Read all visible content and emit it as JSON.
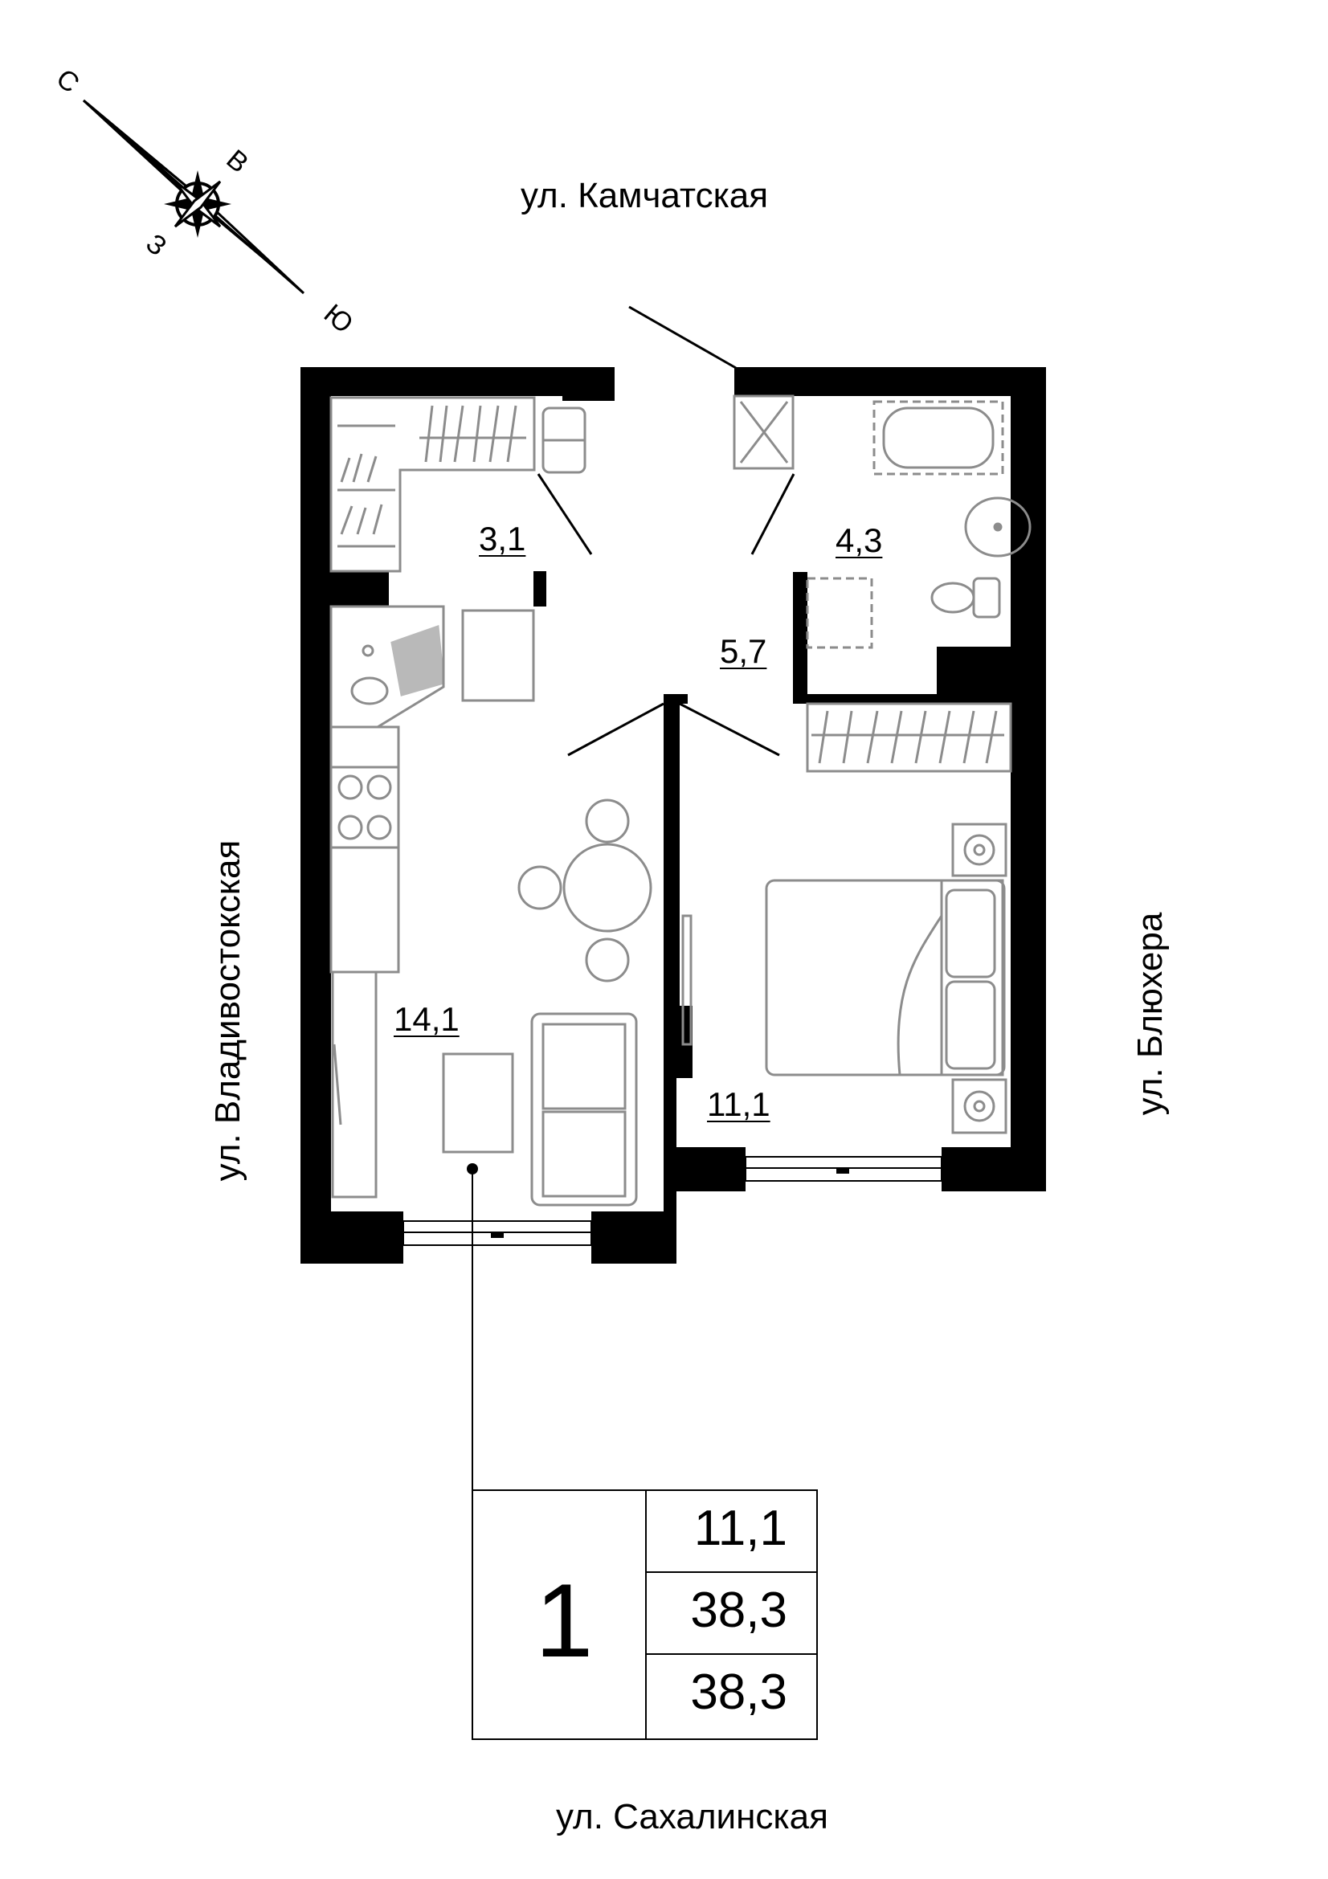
{
  "compass": {
    "north": "С",
    "east": "В",
    "south": "Ю",
    "west": "З"
  },
  "streets": {
    "top": "ул. Камчатская",
    "left": "ул. Владивостокская",
    "right": "ул. Блюхера",
    "bottom": "ул. Сахалинская"
  },
  "rooms": {
    "wardrobe": "3,1",
    "bathroom": "4,3",
    "hallway": "5,7",
    "kitchen_living": "14,1",
    "bedroom": "11,1"
  },
  "summary": {
    "room_count": "1",
    "living_area": "11,1",
    "total_area": "38,3",
    "total_area_with_balcony": "38,3"
  },
  "colors": {
    "wall": "#000000",
    "furniture": "#8c8c8c",
    "background": "#ffffff"
  }
}
